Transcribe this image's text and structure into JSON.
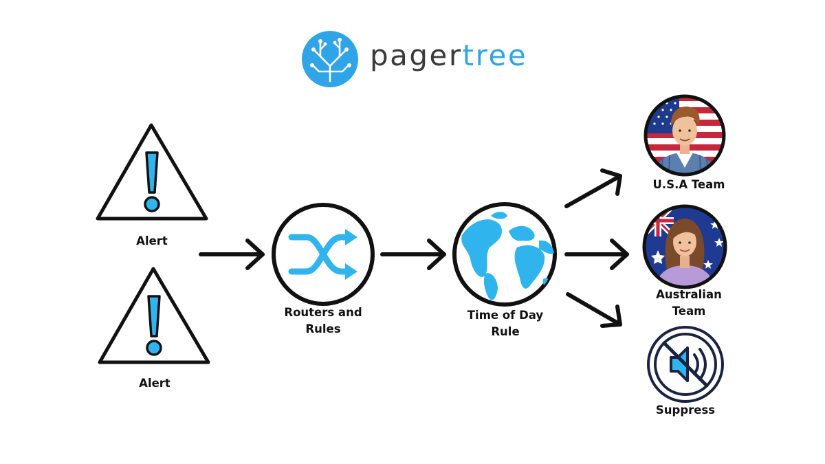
{
  "brand": {
    "name_part1": "pager",
    "name_part2": "tree",
    "accent_color": "#2fa4e7"
  },
  "sources": [
    {
      "label": "Alert",
      "icon": "warning-triangle-icon"
    },
    {
      "label": "Alert",
      "icon": "warning-triangle-icon"
    }
  ],
  "routers": {
    "label": "Routers and\nRules",
    "icon": "shuffle-icon"
  },
  "time_rule": {
    "label": "Time of Day\nRule",
    "icon": "globe-icon"
  },
  "outcomes": [
    {
      "label": "U.S.A Team",
      "icon": "usa-team-avatar-icon"
    },
    {
      "label": "Australian\nTeam",
      "icon": "australian-team-avatar-icon"
    },
    {
      "label": "Suppress",
      "icon": "muted-speaker-icon"
    }
  ],
  "colors": {
    "icon_blue": "#2fb4ee",
    "outline": "#111111"
  }
}
